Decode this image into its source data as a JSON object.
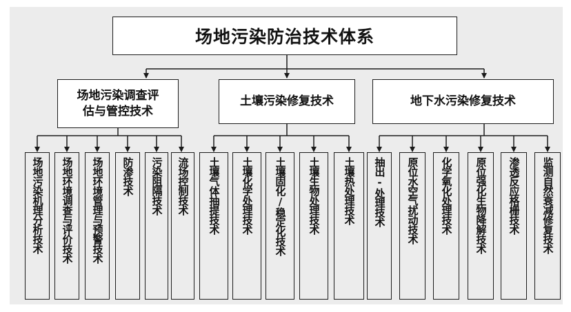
{
  "title": "场地污染防治技术体系",
  "categories": [
    {
      "label": "场地污染调查评估与管控技术",
      "line1": "场地污染调查评",
      "line2": "估与管控技术",
      "children": [
        "场地污染机理分析技术",
        "场地环境调查与评价技术",
        "场地环境管理与预警技术",
        "防渗技术",
        "污染阻隔技术",
        "流场控制技术"
      ]
    },
    {
      "label": "土壤污染修复技术",
      "children": [
        "土壤气体抽提技术",
        "土壤化学处理技术",
        "土壤固化/稳定化技术",
        "土壤生物处理技术",
        "土壤热处理技术"
      ]
    },
    {
      "label": "地下水污染修复技术",
      "children": [
        "抽出-处理技术",
        "原位水空气扰动技术",
        "化学氧化处理技术",
        "原位强化生物降解技术",
        "渗透反应格栅技术",
        "监测自然衰减修复技术"
      ]
    }
  ]
}
